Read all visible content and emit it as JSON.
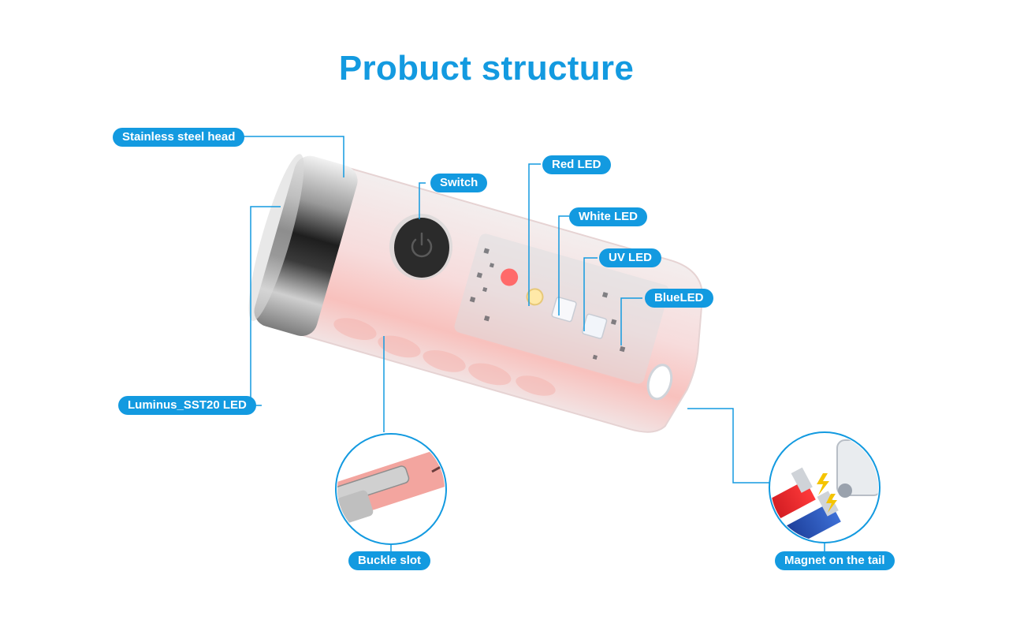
{
  "title": "Probuct structure",
  "colors": {
    "accent": "#139ae0",
    "red_led": "#ff6a6a",
    "white_led": "#ffe9a8",
    "uv_led": "#f4f4f8",
    "blue_led": "#e9eef6"
  },
  "labels": {
    "stainless_steel_head": "Stainless steel head",
    "switch": "Switch",
    "red_led": "Red LED",
    "white_led": "White LED",
    "uv_led": "UV LED",
    "blue_led": "BlueLED",
    "luminus_led": "Luminus_SST20 LED",
    "buckle_slot": "Buckle slot",
    "magnet_tail": "Magnet on the tail"
  }
}
